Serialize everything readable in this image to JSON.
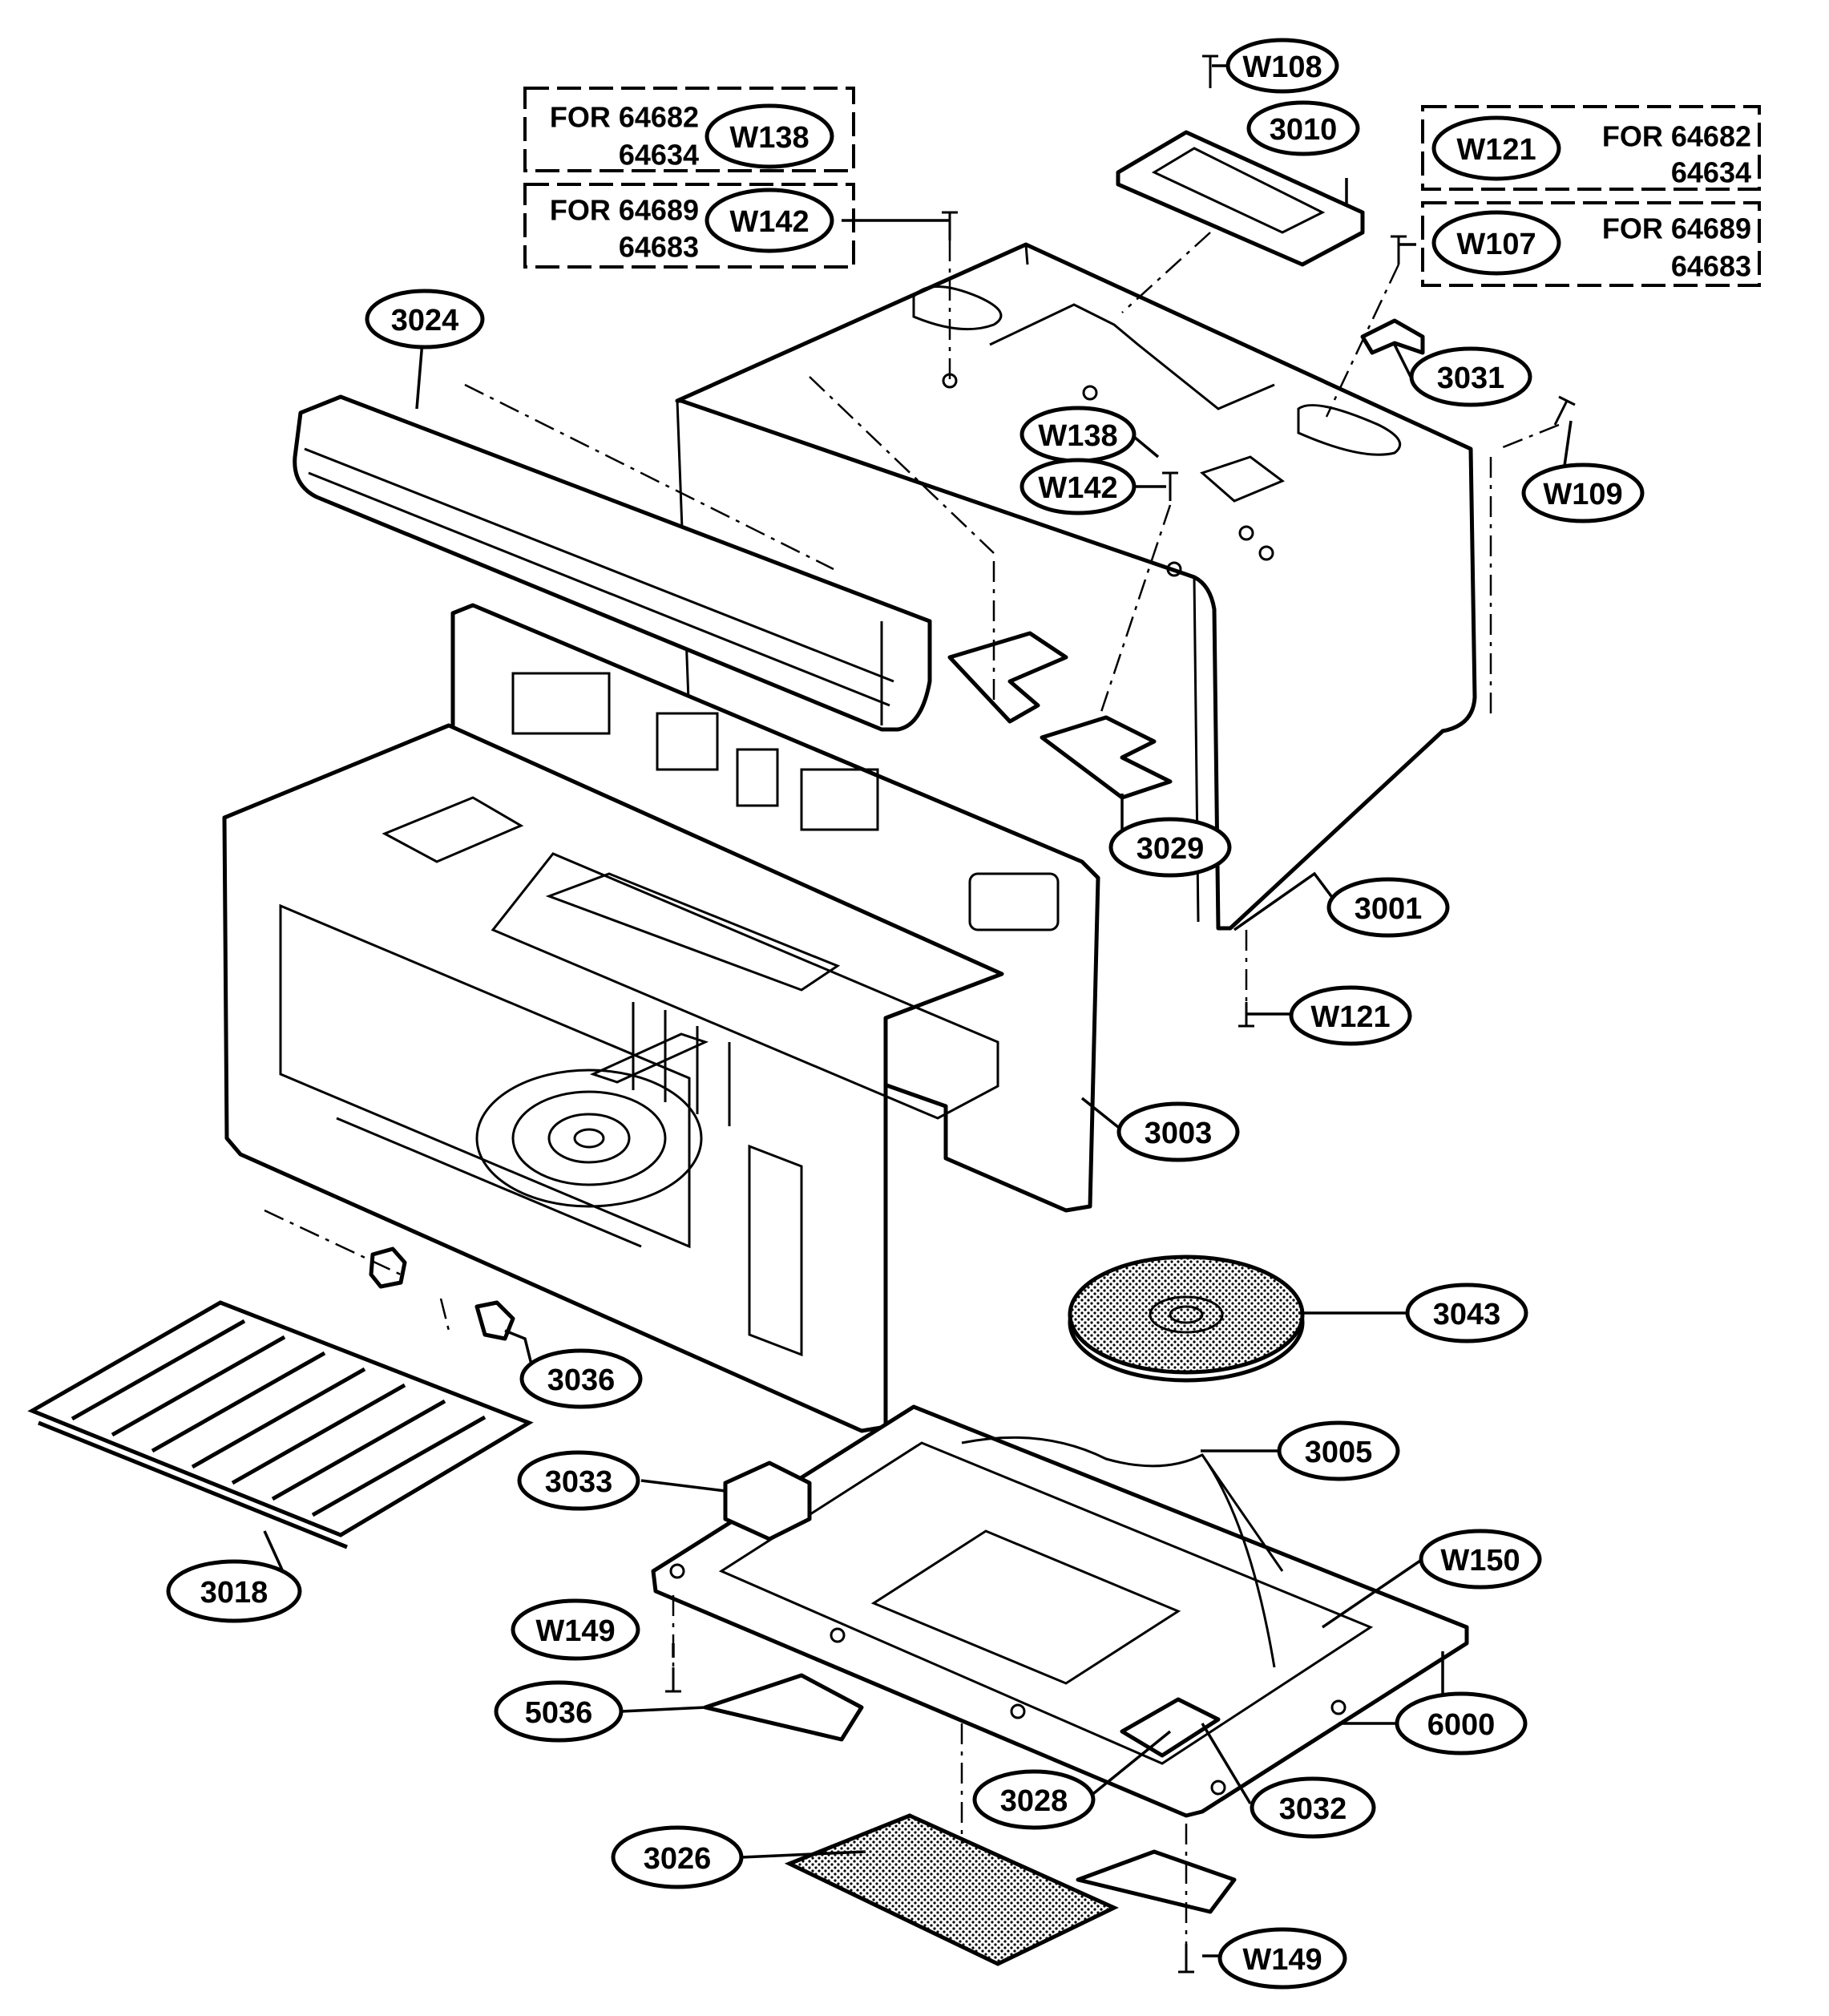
{
  "callouts": {
    "w108": "W108",
    "p3010": "3010",
    "w121_top": "W121",
    "w138_top": "W138",
    "w142_top": "W142",
    "w107": "W107",
    "p3024": "3024",
    "p3031": "3031",
    "w138_mid": "W138",
    "w142_mid": "W142",
    "w109": "W109",
    "p3029": "3029",
    "p3001": "3001",
    "w121_bot": "W121",
    "p3003": "3003",
    "p3043": "3043",
    "p3036": "3036",
    "p3005": "3005",
    "p3033": "3033",
    "w150": "W150",
    "p3018": "3018",
    "w149_left": "W149",
    "p5036": "5036",
    "p6000": "6000",
    "p3028": "3028",
    "p3032": "3032",
    "p3026": "3026",
    "w149_bot": "W149"
  },
  "model_notes": {
    "left_a": {
      "line1": "FOR 64682",
      "line2": "64634"
    },
    "left_b": {
      "line1": "FOR 64689",
      "line2": "64683"
    },
    "right_a": {
      "line1": "FOR 64682",
      "line2": "64634"
    },
    "right_b": {
      "line1": "FOR 64689",
      "line2": "64683"
    }
  }
}
